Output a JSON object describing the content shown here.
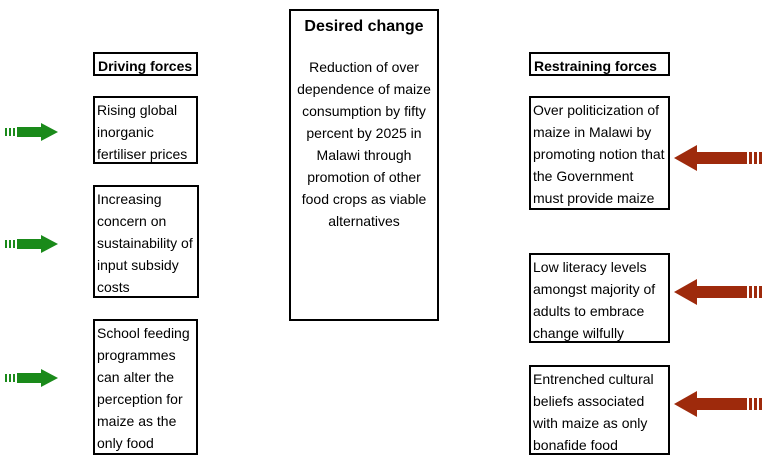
{
  "desired_change": {
    "title": "Desired change",
    "text": "Reduction of over dependence of maize consumption by fifty percent by 2025 in Malawi through promotion of other food crops as viable alternatives"
  },
  "driving": {
    "header": "Driving forces",
    "items": [
      "Rising global inorganic fertiliser prices",
      "Increasing concern on sustainability of input subsidy costs",
      "School feeding programmes can alter the perception for maize as the only food"
    ],
    "arrow_color": "#1a8a1a"
  },
  "restraining": {
    "header": "Restraining forces",
    "items": [
      "Over politicization of maize in Malawi by promoting notion that the Government must provide maize",
      "Low literacy levels amongst majority of adults to embrace change wilfully",
      "Entrenched cultural beliefs associated with maize as only bonafide food"
    ],
    "arrow_color": "#9e2a0c"
  }
}
